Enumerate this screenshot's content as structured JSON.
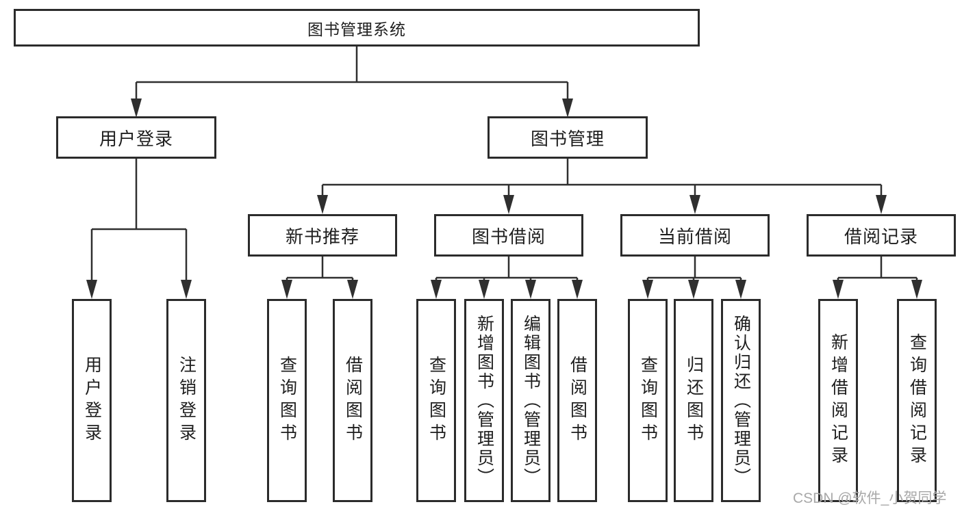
{
  "diagram": {
    "watermark": "CSDN @软件_小贺同学",
    "colors": {
      "line": "#2f2f2f",
      "box_border": "#2b2b2b",
      "text": "#1e1e1e",
      "watermark": "#a8a8a8",
      "background": "#ffffff"
    },
    "tree": {
      "root": {
        "label": "图书管理系统"
      },
      "branches": [
        {
          "label": "用户登录",
          "children": [
            {
              "label": "用户登录"
            },
            {
              "label": "注销登录"
            }
          ]
        },
        {
          "label": "图书管理",
          "children": [
            {
              "label": "新书推荐",
              "children": [
                {
                  "label": "查询图书"
                },
                {
                  "label": "借阅图书"
                }
              ]
            },
            {
              "label": "图书借阅",
              "children": [
                {
                  "label": "查询图书"
                },
                {
                  "label": "新增图书（管理员）"
                },
                {
                  "label": "编辑图书（管理员）"
                },
                {
                  "label": "借阅图书"
                }
              ]
            },
            {
              "label": "当前借阅",
              "children": [
                {
                  "label": "查询图书"
                },
                {
                  "label": "归还图书"
                },
                {
                  "label": "确认归还（管理员）"
                }
              ]
            },
            {
              "label": "借阅记录",
              "children": [
                {
                  "label": "新增借阅记录"
                },
                {
                  "label": "查询借阅记录"
                }
              ]
            }
          ]
        }
      ]
    }
  }
}
